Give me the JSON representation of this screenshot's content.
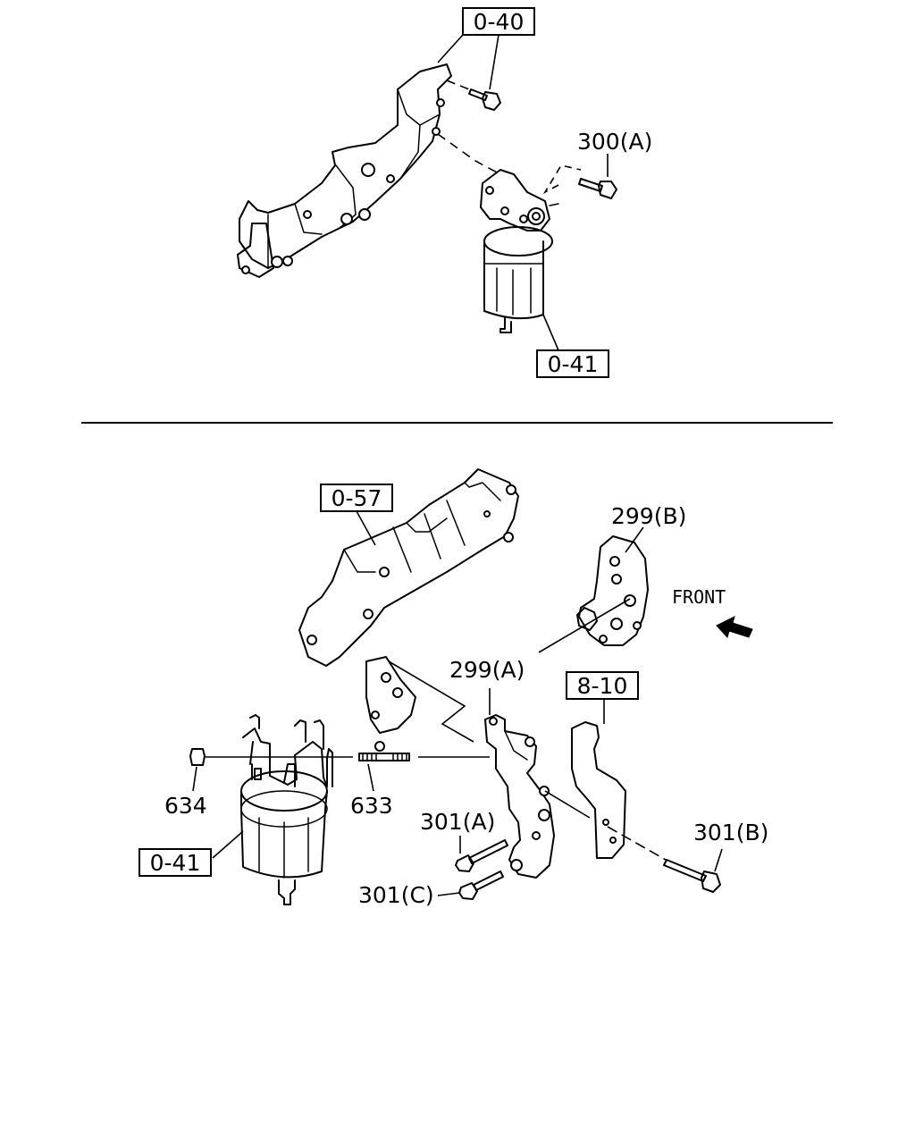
{
  "refs": {
    "top_bracket_ref": "0-40",
    "top_filter_ref": "0-41",
    "harness_ref": "0-57",
    "bracket_b_ref": "8-10",
    "bottom_filter_ref": "0-41"
  },
  "labels": {
    "bolt_300a": "300(A)",
    "bracket_299b": "299(B)",
    "bracket_299a": "299(A)",
    "front": "FRONT",
    "nut_634": "634",
    "stud_633": "633",
    "bolt_301a": "301(A)",
    "bolt_301b": "301(B)",
    "bolt_301c": "301(C)"
  },
  "icons": {
    "front_arrow": "front-arrow-icon"
  }
}
